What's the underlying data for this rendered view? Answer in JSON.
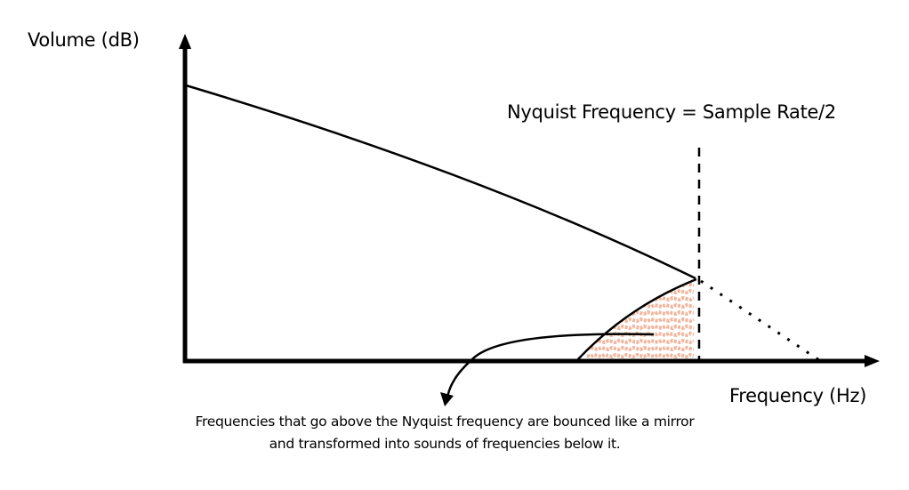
{
  "title": "Nyquist frequency aliasing diagram",
  "axes": {
    "y_label": "Volume (dB)",
    "x_label": "Frequency (Hz)"
  },
  "annotations": {
    "nyquist_label": "Nyquist Frequency = Sample Rate/2",
    "caption_line1": "Frequencies that go above the Nyquist frequency are bounced like a mirror",
    "caption_line2": "and transformed into sounds of frequencies below it."
  },
  "colors": {
    "line": "#000000",
    "hatch": "#e8784a",
    "background": "#ffffff"
  },
  "elements": {
    "original_spectrum": "solid curve, volume decreasing with frequency up to the Nyquist frequency",
    "above_nyquist": "dotted continuation of the spectrum beyond the Nyquist frequency",
    "nyquist_marker": "vertical dashed line at the Nyquist frequency",
    "aliased_spectrum": "mirrored curve folded back below the Nyquist frequency, hatched in orange",
    "callout_arrow": "curved arrow pointing from the aliased region to the caption"
  }
}
